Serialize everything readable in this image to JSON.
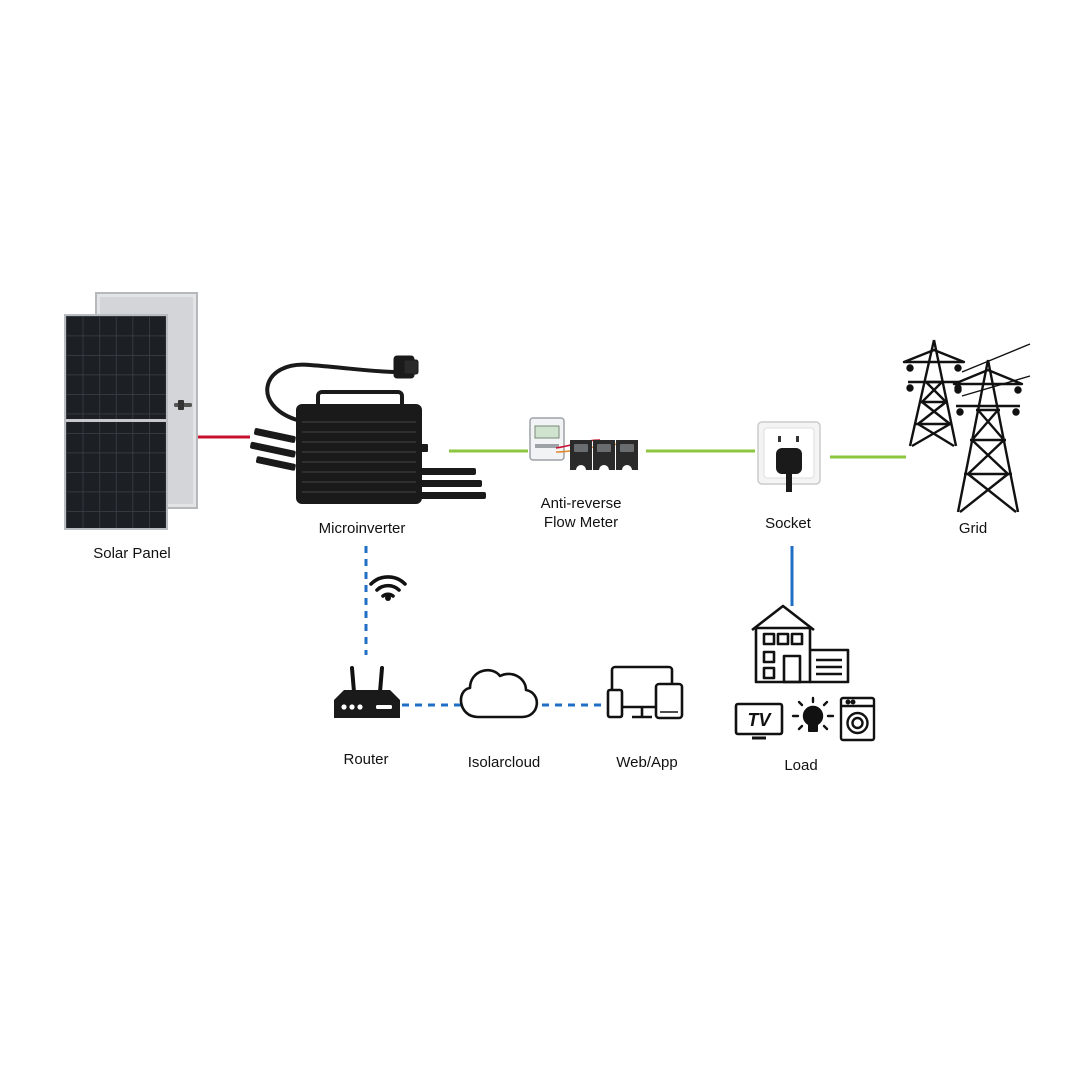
{
  "colors": {
    "dc_line": "#c8102e",
    "ac_line": "#8dc63f",
    "data_line": "#1f6fc4",
    "load_line": "#1f6fc4",
    "device": "#1a1a1a",
    "panel_cell": "#1c1f24",
    "panel_frame": "#d0d2d4"
  },
  "nodes": {
    "solar_panel": {
      "label": "Solar Panel",
      "icon": "solar-panel-icon"
    },
    "microinverter": {
      "label": "Microinverter",
      "icon": "microinverter-icon"
    },
    "meter": {
      "label_line1": "Anti-reverse",
      "label_line2": "Flow Meter",
      "icon": "flow-meter-icon"
    },
    "socket": {
      "label": "Socket",
      "icon": "socket-icon"
    },
    "grid": {
      "label": "Grid",
      "icon": "transmission-tower-icon"
    },
    "router": {
      "label": "Router",
      "icon": "router-icon"
    },
    "cloud": {
      "label": "Isolarcloud",
      "icon": "cloud-icon"
    },
    "webapp": {
      "label": "Web/App",
      "icon": "devices-icon"
    },
    "load": {
      "label": "Load",
      "icon": "house-icon",
      "tv_text": "TV"
    }
  },
  "connections": [
    {
      "from": "solar_panel",
      "to": "microinverter",
      "style": "solid",
      "color": "dc_line"
    },
    {
      "from": "microinverter",
      "to": "meter",
      "style": "solid",
      "color": "ac_line"
    },
    {
      "from": "meter",
      "to": "socket",
      "style": "solid",
      "color": "ac_line"
    },
    {
      "from": "socket",
      "to": "grid",
      "style": "solid",
      "color": "ac_line"
    },
    {
      "from": "socket",
      "to": "load",
      "style": "solid",
      "color": "load_line"
    },
    {
      "from": "microinverter",
      "to": "router",
      "style": "dashed",
      "color": "data_line",
      "icon": "wifi-icon"
    },
    {
      "from": "router",
      "to": "cloud",
      "style": "dashed",
      "color": "data_line"
    },
    {
      "from": "cloud",
      "to": "webapp",
      "style": "dashed",
      "color": "data_line"
    }
  ]
}
